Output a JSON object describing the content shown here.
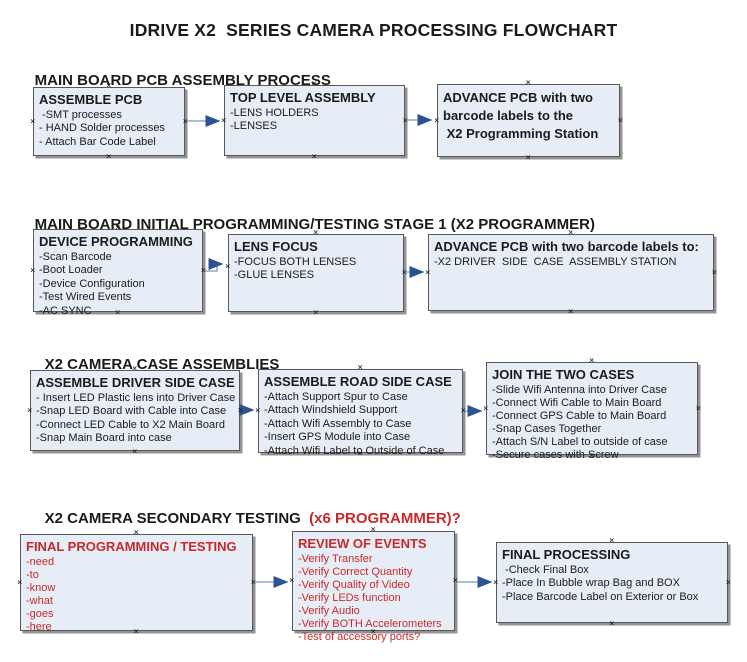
{
  "title": "IDRIVE X2  SERIES CAMERA PROCESSING FLOWCHART",
  "colors": {
    "accent_red": "#c82a2a",
    "box_fill": "#e7edf6",
    "box_border": "#585858",
    "arrow_line": "#8fa9ca",
    "arrow_head": "#2e5395"
  },
  "icons": {
    "connector_anchor": "×",
    "arrow": "→"
  },
  "sections": [
    {
      "heading": "MAIN BOARD PCB ASSEMBLY PROCESS",
      "heading_accent": "",
      "boxes": [
        {
          "title": "ASSEMBLE PCB",
          "items": [
            " -SMT processes",
            "- HAND Solder processes",
            "- Attach Bar Code Label"
          ]
        },
        {
          "title": "TOP LEVEL ASSEMBLY",
          "items": [
            "-LENS HOLDERS",
            "-LENSES"
          ]
        },
        {
          "title": "ADVANCE PCB with two barcode labels to the",
          "items": [
            " X2 Programming Station"
          ]
        }
      ]
    },
    {
      "heading": "MAIN BOARD INITIAL PROGRAMMING/TESTING STAGE 1 (X2 PROGRAMMER)",
      "heading_accent": "",
      "boxes": [
        {
          "title": "DEVICE PROGRAMMING",
          "items": [
            "-Scan Barcode",
            "-Boot Loader",
            "-Device Configuration",
            "-Test Wired Events",
            "-AC SYNC"
          ]
        },
        {
          "title": "LENS FOCUS",
          "items": [
            "-FOCUS BOTH LENSES",
            "-GLUE LENSES"
          ]
        },
        {
          "title": "ADVANCE PCB with two barcode labels to:",
          "items": [
            "-X2 DRIVER  SIDE  CASE  ASSEMBLY STATION"
          ]
        }
      ]
    },
    {
      "heading": "X2 CAMERA CASE ASSEMBLIES",
      "heading_accent": "",
      "boxes": [
        {
          "title": "ASSEMBLE DRIVER SIDE CASE",
          "items": [
            "- Insert LED Plastic lens into Driver Case",
            "-Snap LED Board with Cable into Case",
            "-Connect LED Cable to X2 Main Board",
            "-Snap Main Board into case"
          ]
        },
        {
          "title": "ASSEMBLE ROAD SIDE CASE",
          "items": [
            "-Attach Support Spur to Case",
            "-Attach Windshield Support",
            "-Attach Wifi Assembly to Case",
            "-Insert GPS Module into Case",
            "-Attach Wifi Label to Outside of Case"
          ]
        },
        {
          "title": "JOIN THE TWO CASES",
          "items": [
            "-Slide Wifi Antenna into Driver Case",
            "-Connect Wifi Cable to Main Board",
            "-Connect GPS Cable to Main Board",
            "-Snap Cases Together",
            "-Attach S/N Label to outside of case",
            "-Secure cases with Screw"
          ]
        }
      ]
    },
    {
      "heading": "X2 CAMERA SECONDARY TESTING  ",
      "heading_accent": "(x6 PROGRAMMER)?",
      "boxes": [
        {
          "title": "FINAL PROGRAMMING / TESTING",
          "items": [
            "-need",
            "-to",
            "-know",
            "-what",
            "-goes",
            "-here"
          ]
        },
        {
          "title": "REVIEW OF EVENTS",
          "items": [
            "-Verify Transfer",
            "-Verify Correct Quantity",
            "-Verify Quality of Video",
            "-Verify LEDs function",
            "-Verify Audio",
            "-Verify BOTH Accelerometers",
            "-Test of accessory ports?"
          ]
        },
        {
          "title": "FINAL PROCESSING",
          "items": [
            " -Check Final Box",
            "-Place In Bubble wrap Bag and BOX",
            "-Place Barcode Label on Exterior or Box"
          ]
        }
      ]
    }
  ]
}
